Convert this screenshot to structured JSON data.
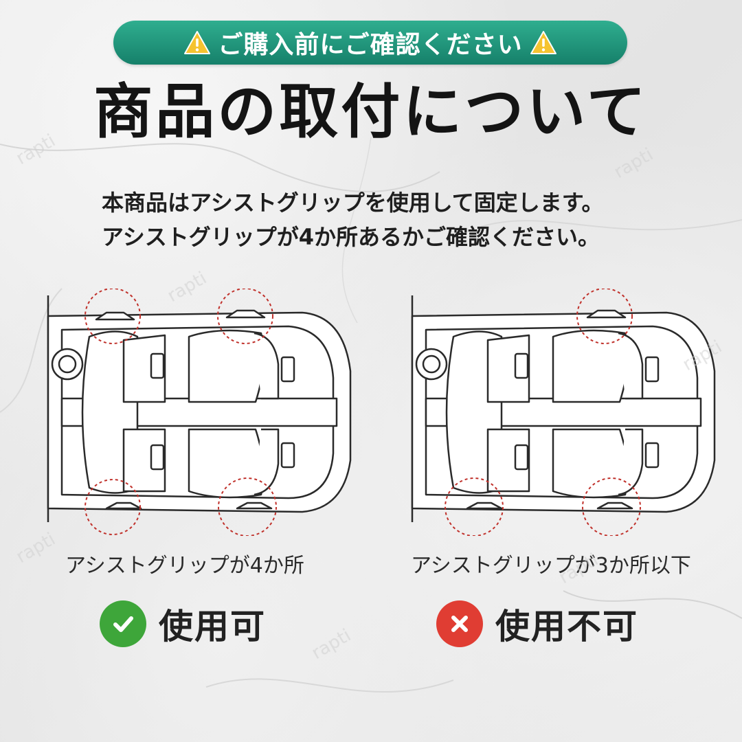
{
  "banner": {
    "text": "ご購入前にご確認ください",
    "color": "#1f9a7e"
  },
  "title": "商品の取付について",
  "description": {
    "line1": "本商品はアシストグリップを使用して固定します。",
    "line2": "アシストグリップが4か所あるかご確認ください。"
  },
  "panels": [
    {
      "caption": "アシストグリップが4か所",
      "verdict": "使用可",
      "verdict_icon": "check-icon",
      "verdict_color": "#3ea63a"
    },
    {
      "caption": "アシストグリップが3か所以下",
      "verdict": "使用不可",
      "verdict_icon": "cross-icon",
      "verdict_color": "#e03d33"
    }
  ],
  "watermark": "rapti",
  "colors": {
    "warning": "#f5c330",
    "marker_circle": "#c0302a"
  }
}
